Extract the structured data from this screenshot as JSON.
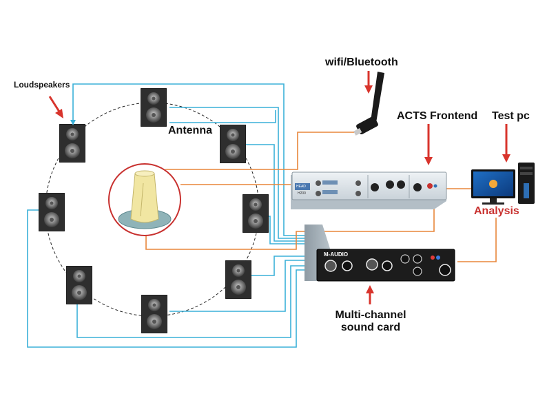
{
  "labels": {
    "loudspeakers": "Loudspeakers",
    "wifi": "wifi/Bluetooth",
    "antenna": "Antenna",
    "acts_frontend": "ACTS Frontend",
    "test_pc": "Test pc",
    "analysis": "Analysis",
    "sound_card_line1": "Multi-channel",
    "sound_card_line2": "sound card"
  },
  "device_text": {
    "frontend_model": "H200",
    "frontend_brand": "HEAD",
    "sound_card_brand": "M-AUDIO"
  },
  "colors": {
    "blue_wire": "#3ab0d8",
    "orange_wire": "#e8863a",
    "red_arrow": "#d8342c",
    "speaker_body": "#333333",
    "frontend_panel": "#dde4ea",
    "sound_card": "#1c1c1c",
    "antenna_disc": "#8fb3b8",
    "antenna_body": "#f1e6a2"
  },
  "icons": [
    "loudspeaker-icon",
    "wifi-dongle-icon",
    "monitor-icon",
    "pc-tower-icon",
    "antenna-icon"
  ]
}
